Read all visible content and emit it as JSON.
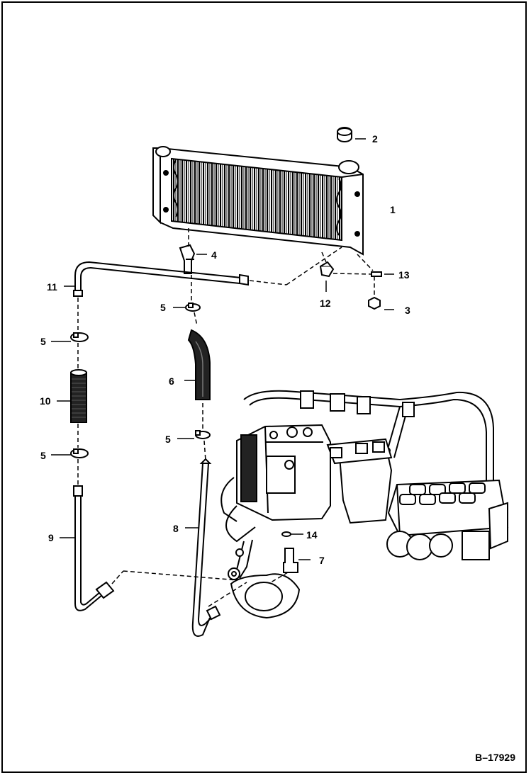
{
  "figure_id": "B–17929",
  "callouts": {
    "c1": "1",
    "c2": "2",
    "c3": "3",
    "c4": "4",
    "c5a": "5",
    "c5b": "5",
    "c5c": "5",
    "c5d": "5",
    "c6": "6",
    "c7": "7",
    "c8": "8",
    "c9": "9",
    "c10": "10",
    "c11": "11",
    "c12": "12",
    "c13": "13",
    "c14": "14"
  },
  "colors": {
    "ink": "#000000",
    "paper": "#ffffff",
    "hose": "#222222"
  }
}
